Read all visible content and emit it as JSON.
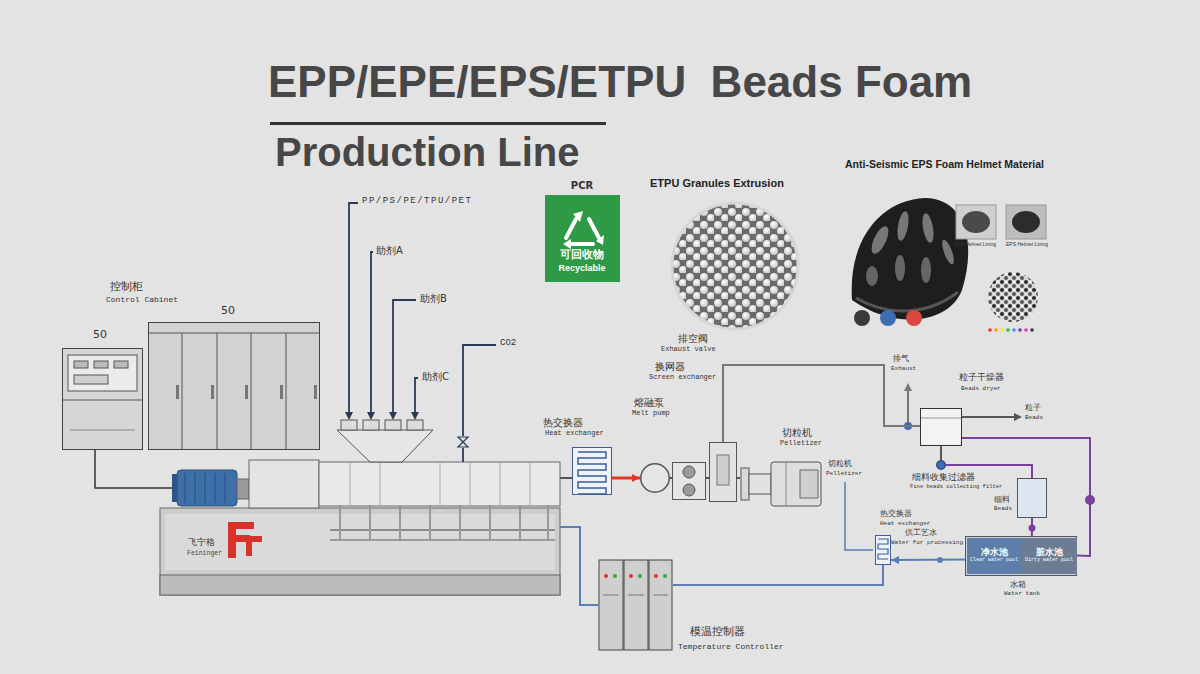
{
  "diagram": {
    "title": "EPP/EPE/EPS/ETPU  Beads Foam",
    "nodes": [
      {
        "text": [
          "50"
        ]
      },
      {
        "text": [
          "50"
        ]
      },
      {
        "text": [
          "飞宁格",
          "Feininger"
        ]
      },
      {
        "text": [
          "热交换器",
          "Heat exchanger"
        ]
      },
      {
        "text": [
          "熔融泵",
          "Melt pump"
        ]
      },
      {
        "text": [
          "换网器",
          "Screen exchanger"
        ]
      },
      {
        "text": [
          "排空阀",
          "Exhaust valve"
        ]
      },
      {
        "text": [
          "切粒机",
          "Pelletizer"
        ]
      },
      {
        "text": [
          "模温控制器",
          "Temperature Controller"
        ]
      },
      {
        "text": [
          "粒子干燥器",
          "Beads dryer"
        ]
      },
      {
        "text": [
          "细料收集过滤器",
          "Fine beads collecting filter"
        ]
      },
      {
        "text": [
          "细料",
          "Beads"
        ]
      },
      {
        "text": [
          "热交换器",
          "Heat exchanger"
        ]
      },
      {
        "text": [
          "水箱",
          "Water tank"
        ]
      },
      {
        "text": [
          "净水池",
          "Clear water pool"
        ],
        "in": 13
      },
      {
        "text": [
          "脏水池",
          "Dirty water pool"
        ],
        "in": 13
      }
    ],
    "edges": [
      {
        "from": 0,
        "to": 2,
        "arrow": "none"
      },
      {
        "from": 2,
        "to": 3,
        "arrow": "none"
      },
      {
        "from": 3,
        "to": 4,
        "arrow": "to"
      },
      {
        "from": 4,
        "to": 5,
        "arrow": "none"
      },
      {
        "from": 5,
        "to": 6,
        "arrow": "none"
      },
      {
        "from": 6,
        "to": 7,
        "arrow": "none"
      },
      {
        "from": 6,
        "to": 9,
        "arrow": "none"
      },
      {
        "from": 2,
        "to": 8,
        "arrow": "none"
      },
      {
        "from": 12,
        "to": 8,
        "arrow": "none"
      },
      {
        "from": 9,
        "to": 10,
        "arrow": "none"
      },
      {
        "from": 10,
        "to": 11,
        "arrow": "none"
      },
      {
        "from": 11,
        "to": 15,
        "arrow": "none"
      },
      {
        "from": 14,
        "to": 12,
        "arrow": "to"
      },
      {
        "from": 9,
        "to": 15,
        "arrow": "none"
      }
    ],
    "labels": [
      "Production Line",
      "PCR",
      "可回收物",
      "Recyclable",
      "ETPU Granules Extrusion",
      "Anti-Seismic EPS Foam Helmet Material",
      "EPS Helmet Lining",
      "EPS Helmet Lining",
      "控制柜",
      "Control Cabinet",
      "PP/PS/PE/TPU/PET",
      "助剂A",
      "助剂B",
      "助剂C",
      "CO2",
      "排气",
      "Exhaust",
      "粒子",
      "Beads",
      "切粒机",
      "Pelletizer",
      "供工艺水",
      "Water for processing"
    ]
  }
}
